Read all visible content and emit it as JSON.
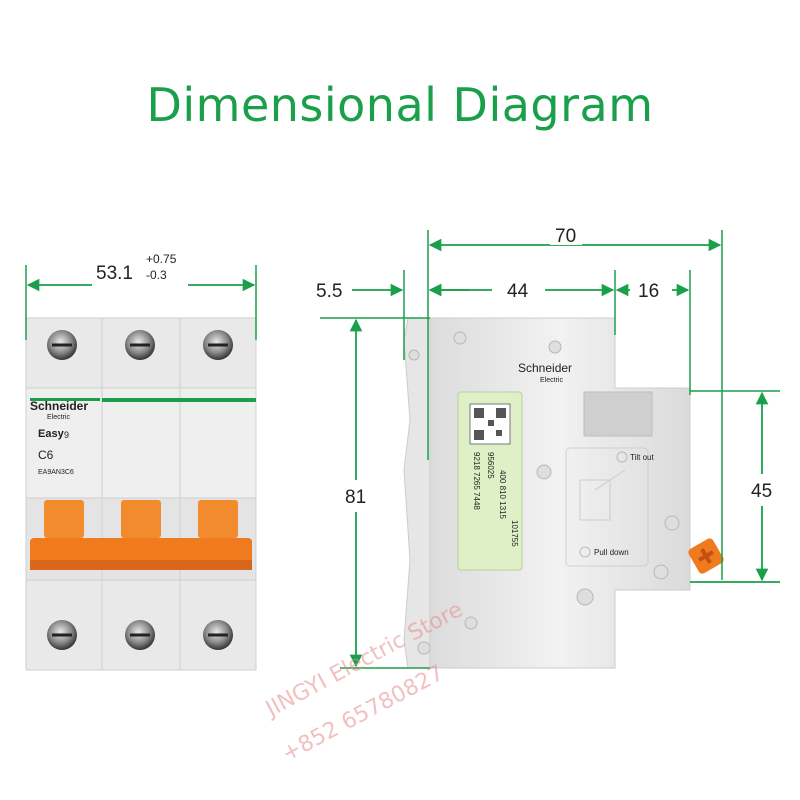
{
  "title": "Dimensional Diagram",
  "colors": {
    "title": "#1aa04a",
    "dim_line": "#1aa04a",
    "handle": "#f07a1e",
    "body": "#e8e8e8"
  },
  "front": {
    "width_label": "53.1",
    "tol_plus": "+0.75",
    "tol_minus": "-0.3",
    "brand": "Schneider",
    "brand_sub": "Electric",
    "series": "Easy",
    "series_sup": "9",
    "rating": "C6",
    "model": "EA9AN3C6"
  },
  "side": {
    "overall_width": "70",
    "offset": "5.5",
    "body_depth": "44",
    "front_depth": "16",
    "height": "81",
    "front_height": "45",
    "brand": "Schneider",
    "brand_sub": "Electric",
    "tilt_out": "Tilt out",
    "pull_down": "Pull down",
    "label_lines": [
      "9218 7265 7448",
      "956025",
      "400 810 1315",
      "101755"
    ]
  },
  "watermark": {
    "line1": "JINGYI Electric Store",
    "line2": "+852 65780827"
  }
}
